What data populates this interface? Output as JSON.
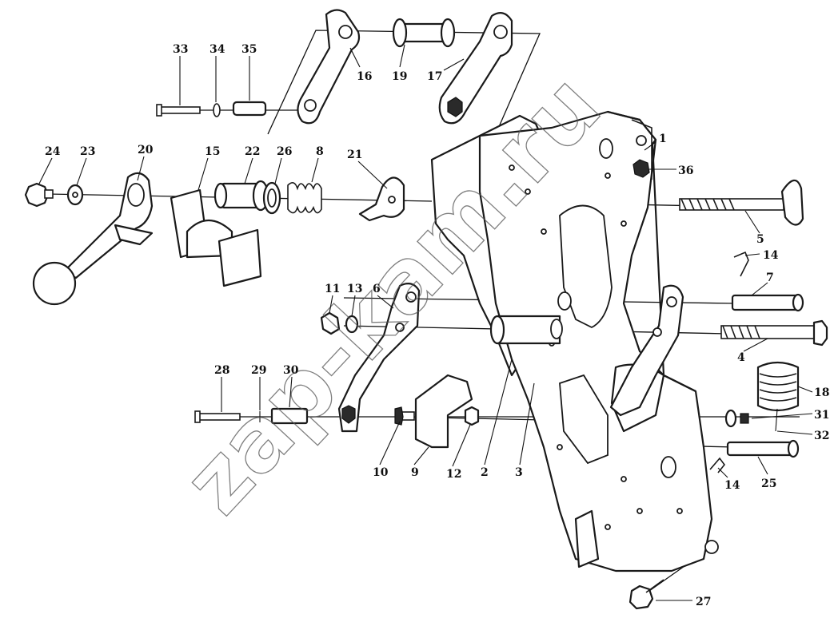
{
  "diagram": {
    "corner_mark": "",
    "watermark": "zap-kam.ru",
    "callouts": {
      "p1": "1",
      "p2": "2",
      "p3": "3",
      "p4": "4",
      "p5": "5",
      "p6": "6",
      "p7": "7",
      "p8": "8",
      "p9": "9",
      "p10": "10",
      "p11": "11",
      "p12": "12",
      "p13": "13",
      "p14a": "14",
      "p14b": "14",
      "p15": "15",
      "p16": "16",
      "p17": "17",
      "p18": "18",
      "p19": "19",
      "p20": "20",
      "p21": "21",
      "p22": "22",
      "p23": "23",
      "p24": "24",
      "p25": "25",
      "p26": "26",
      "p27": "27",
      "p28": "28",
      "p29": "29",
      "p30": "30",
      "p31": "31",
      "p32": "32",
      "p33": "33",
      "p34": "34",
      "p35": "35",
      "p36": "36"
    }
  }
}
